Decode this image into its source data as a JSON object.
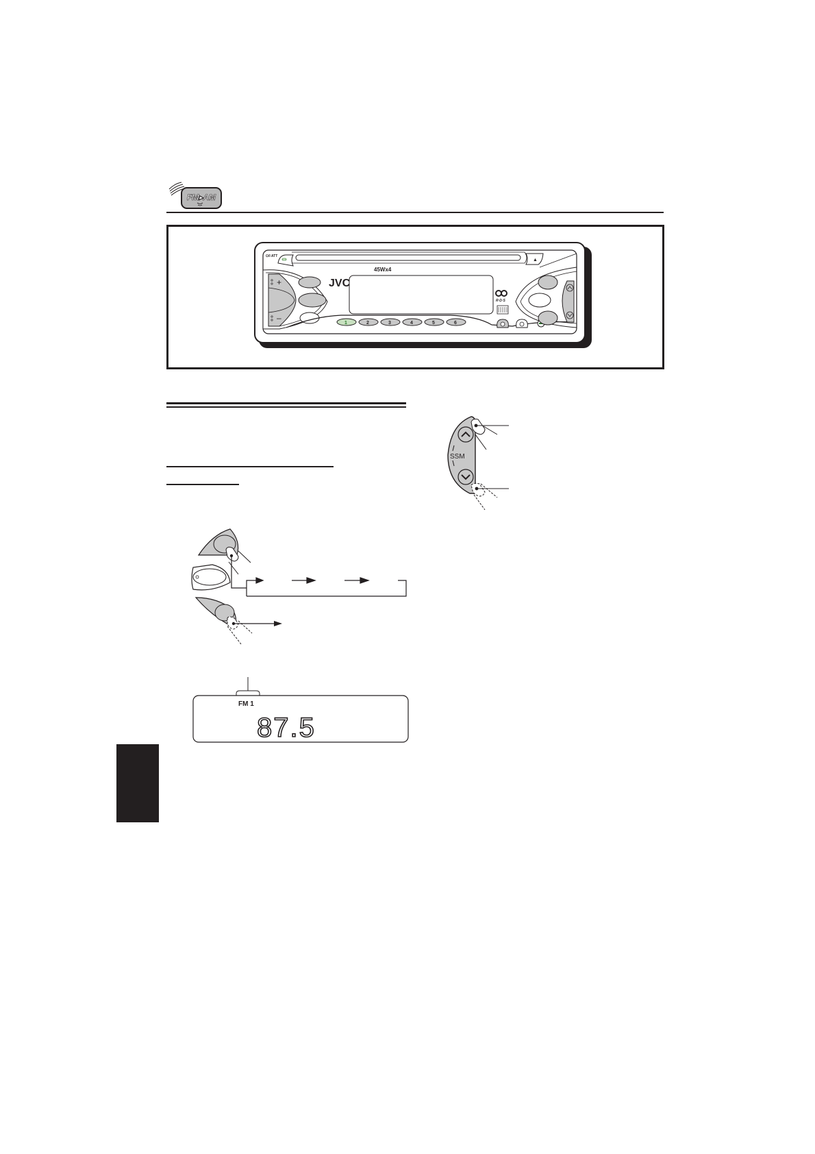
{
  "header": {
    "section_icon": "fm-am-icon",
    "section_icon_label": "FM▸AM",
    "section_icon_color": "#b8b8b8"
  },
  "device": {
    "brand": "JVC",
    "power_rating": "45Wx4",
    "rds_logo": "R·D·S",
    "cd_logo": "disc",
    "att_label": "⏻/I ATT",
    "preset_buttons": [
      "1",
      "2",
      "3",
      "4",
      "5",
      "6"
    ],
    "preset_color": "#c8e0c0",
    "button_gray": "#c8c8c8",
    "eject_symbol": "▲"
  },
  "band_diagram": {
    "arrow_count": 3,
    "cycle": "band-cycle-loop"
  },
  "ssm_diagram": {
    "label": "SSM",
    "up_icon": "chevron-up-icon",
    "down_icon": "chevron-down-icon"
  },
  "lcd": {
    "band": "FM 1",
    "frequency": "87.5"
  },
  "side_tab": {
    "color": "#231f20"
  }
}
